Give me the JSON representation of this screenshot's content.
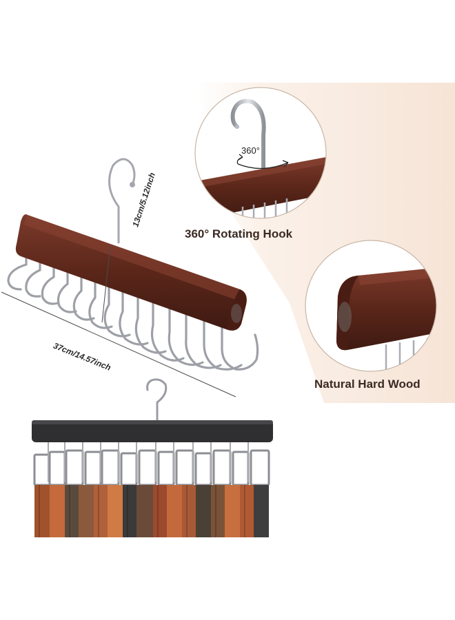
{
  "labels": {
    "rotating_hook": "360° Rotating Hook",
    "hard_wood": "Natural Hard Wood",
    "rotation_degrees": "360°"
  },
  "dimensions": {
    "width": "37cm/14.57inch",
    "height": "13cm/5.12inch"
  },
  "colors": {
    "wood": "#5b2a1e",
    "wood_light": "#7a3b2c",
    "metal": "#b9bcc2",
    "background_accent": "#f7e7da",
    "label_text": "#3a2a22"
  },
  "icons": {
    "rotation": "rotation-arrows-icon"
  }
}
